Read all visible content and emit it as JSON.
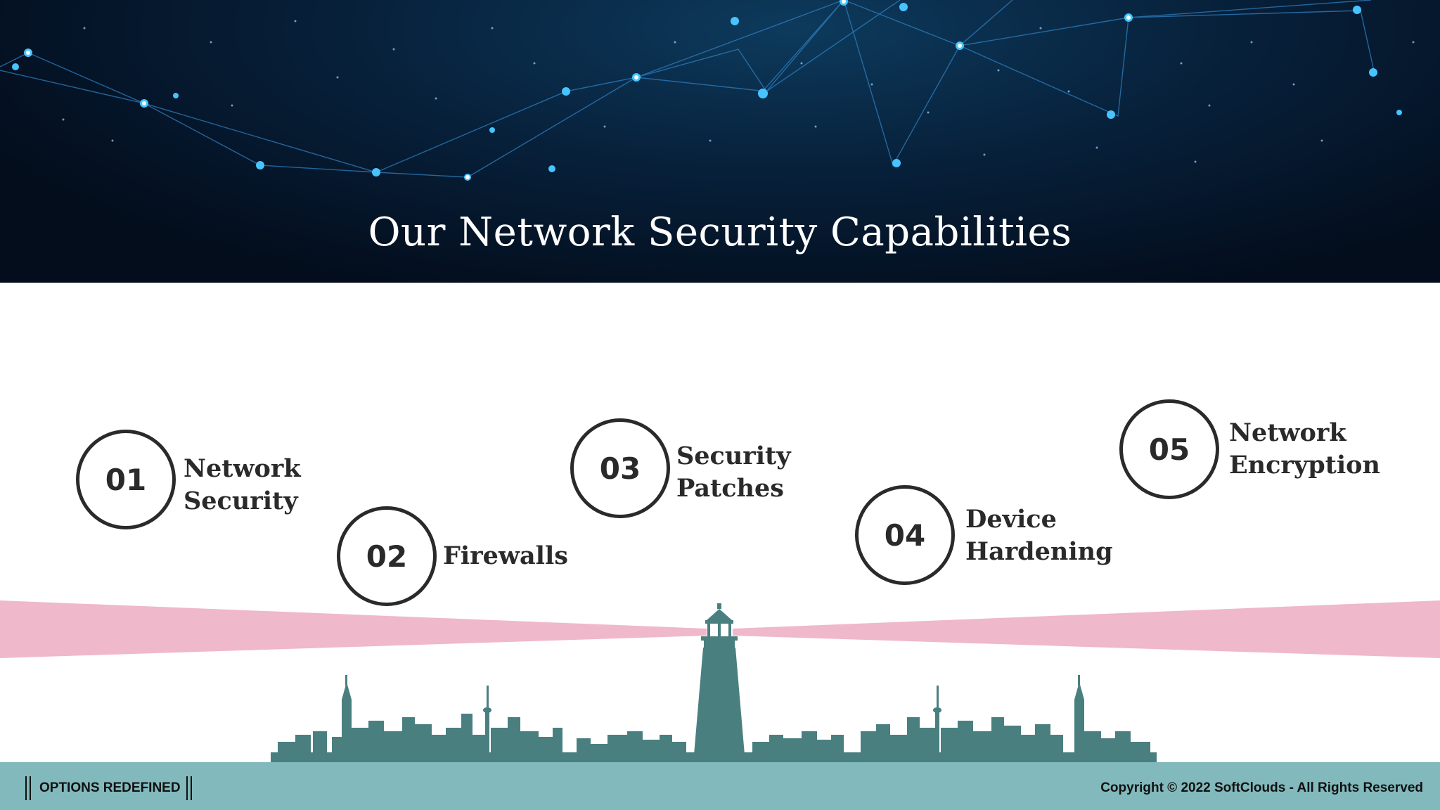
{
  "header": {
    "title": "Our Network Security Capabilities"
  },
  "capabilities": [
    {
      "number": "01",
      "line1": "Network",
      "line2": "Security"
    },
    {
      "number": "02",
      "line1": "Firewalls",
      "line2": ""
    },
    {
      "number": "03",
      "line1": "Security",
      "line2": "Patches"
    },
    {
      "number": "04",
      "line1": "Device",
      "line2": "Hardening"
    },
    {
      "number": "05",
      "line1": "Network",
      "line2": "Encryption"
    }
  ],
  "footer": {
    "brand": "OPTIONS REDEFINED",
    "copyright": "Copyright © 2022 SoftClouds - All Rights Reserved"
  },
  "colors": {
    "banner_dark": "#030d1c",
    "beam": "#efb8cb",
    "silhouette": "#4a7f80",
    "footer": "#82b9bc",
    "ink": "#2a2a2a"
  },
  "icons": [
    "network-graph-background",
    "lighthouse-icon",
    "city-skyline-icon"
  ]
}
